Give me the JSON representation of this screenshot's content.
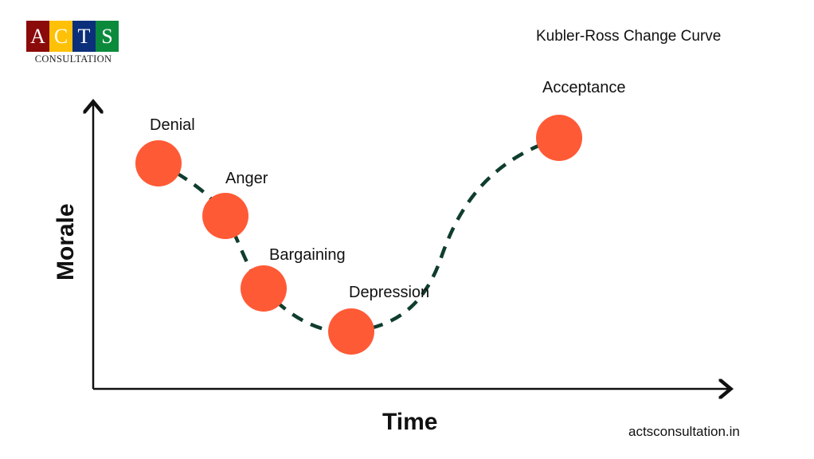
{
  "logo": {
    "letters": [
      "A",
      "C",
      "T",
      "S"
    ],
    "subtitle": "CONSULTATION",
    "colors": [
      "#8b0a0a",
      "#ffc107",
      "#0b2f7a",
      "#0b8a3c"
    ]
  },
  "title": "Kubler-Ross Change Curve",
  "axes": {
    "y_label": "Morale",
    "x_label": "Time"
  },
  "stages": [
    {
      "label": "Denial",
      "morale": 0.78
    },
    {
      "label": "Anger",
      "morale": 0.6
    },
    {
      "label": "Bargaining",
      "morale": 0.35
    },
    {
      "label": "Depression",
      "morale": 0.2
    },
    {
      "label": "Acceptance",
      "morale": 0.87
    }
  ],
  "footer": "actsconsultation.in",
  "colors": {
    "marker": "#ff5a36",
    "curve": "#0f3d2e",
    "axis": "#111111"
  }
}
